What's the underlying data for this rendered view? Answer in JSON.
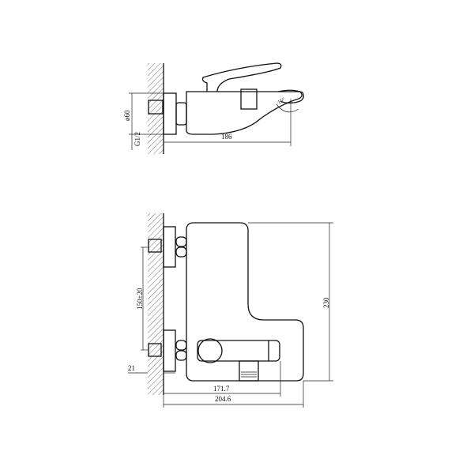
{
  "side_view": {
    "dimension_length": "186",
    "dimension_diameter": "ø60",
    "dimension_thread": "G1/2",
    "dimension_angle": "15°"
  },
  "front_view": {
    "dimension_height": "230",
    "dimension_centers": "150±20",
    "dimension_wall_offset": "21",
    "dimension_handle_length": "171.7",
    "dimension_total_depth": "204.6"
  },
  "colors": {
    "line": "#111111",
    "background": "#ffffff"
  }
}
